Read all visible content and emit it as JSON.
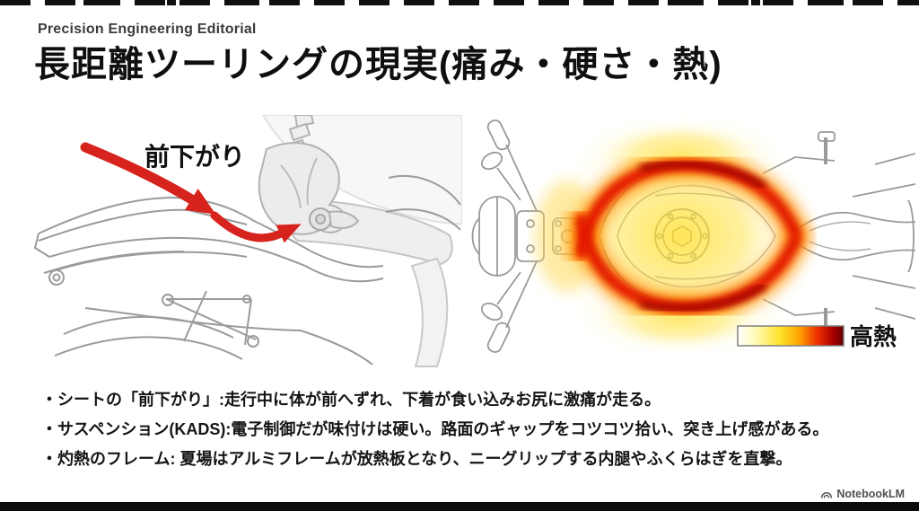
{
  "header": {
    "eyebrow": "Precision Engineering Editorial",
    "title": "長距離ツーリングの現実(痛み・硬さ・熱)"
  },
  "figure_left": {
    "description": "seat-slope-line-art-with-rider-pelvis",
    "annotation": "前下がり"
  },
  "figure_right": {
    "description": "motorcycle-top-view-heat-map",
    "legend_label": "高熱"
  },
  "bullets": [
    "・シートの「前下がり」:走行中に体が前へずれ、下着が食い込みお尻に激痛が走る。",
    "・サスペンション(KADS):電子制御だが味付けは硬い。路面のギャップをコツコツ拾い、突き上げ感がある。",
    "・灼熱のフレーム: 夏場はアルミフレームが放熱板となり、ニーグリップする内腿やふくらはぎを直撃。"
  ],
  "watermark": {
    "brand": "NotebookLM"
  },
  "icons": {
    "watermark_logo": "notebooklm-logo-icon",
    "left_arrow_1": "slope-arrow-icon",
    "left_arrow_2": "slip-curve-arrow-icon"
  },
  "colors": {
    "arrow_red": "#d7231d",
    "heat_yellow": "#ffe032",
    "heat_orange": "#ff9000",
    "heat_red": "#e31500",
    "heat_dark_red": "#7a0000",
    "legend_scale": [
      "#ffffff",
      "#fffab0",
      "#ffe32a",
      "#ffa400",
      "#f03000",
      "#a80000",
      "#640000"
    ],
    "text_primary": "#111111",
    "eyebrow_gray": "#3c3c3c",
    "edge_black": "#0d0d0d"
  }
}
